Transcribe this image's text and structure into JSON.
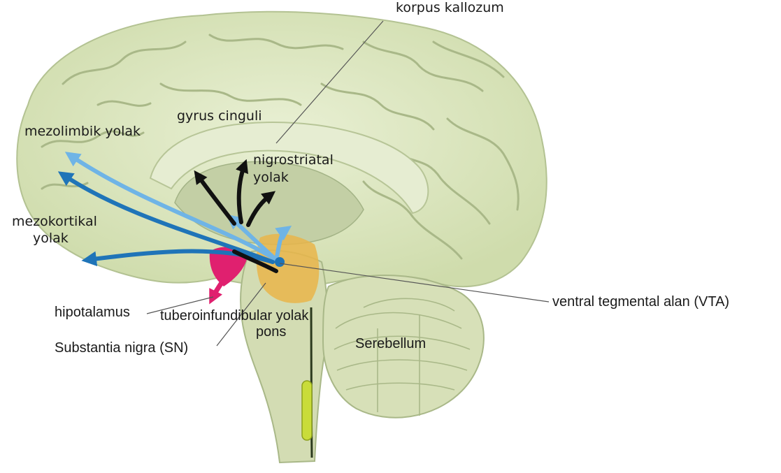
{
  "labels": {
    "korpus_kallozum": "korpus kallozum",
    "gyrus_cinguli": "gyrus cinguli",
    "mezolimbik_yolak": "mezolimbik yolak",
    "nigrostriatal_yolak_line1": "nigrostriatal",
    "nigrostriatal_yolak_line2": "yolak",
    "mezokortikal_yolak_line1": "mezokortikal",
    "mezokortikal_yolak_line2": "yolak",
    "ventral_tegmental_alan": "ventral tegmental alan  (VTA)",
    "hipotalamus": "hipotalamus",
    "tuberoinfundibular_yolak": "tuberoinfundibular yolak",
    "pons": "pons",
    "substantia_nigra": "Substantia nigra (SN)",
    "serebellum": "Serebellum"
  },
  "colors": {
    "cortex": "#dfe8c6",
    "cortex_shadow": "#b9c79a",
    "sulcus": "#a9b888",
    "corpus_callosum": "#e6edd2",
    "ventricle": "#c3cfa5",
    "brainstem": "#d3dcb3",
    "nucleus_orange": "#e9b54a",
    "spinal_canal_yellow": "#c9dc3a",
    "mesolimbic_arrow": "#6fb4e6",
    "mesocortical_arrow": "#1f74b8",
    "nigrostriatal_arrow": "#111111",
    "tuberoinfundibular_arrow": "#e0206f",
    "leader_line": "#555555"
  },
  "icons": {
    "pathway_arrows": "arrow-icon"
  }
}
